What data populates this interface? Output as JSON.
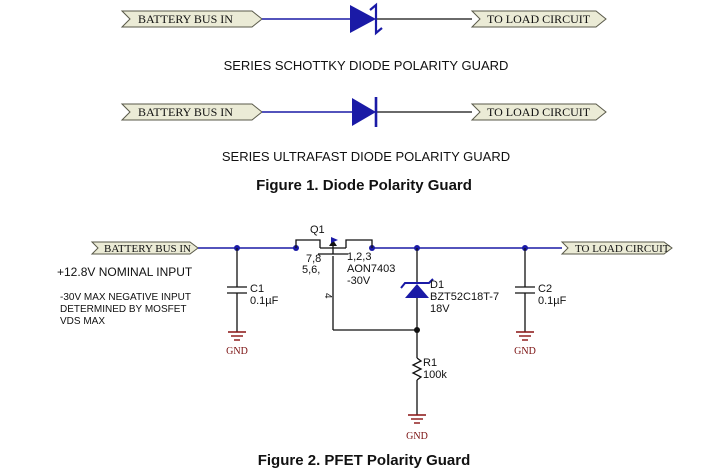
{
  "figure1": {
    "schottky": {
      "input_port": "BATTERY BUS IN",
      "output_port": "TO LOAD CIRCUIT",
      "caption": "SERIES SCHOTTKY DIODE POLARITY GUARD"
    },
    "ultrafast": {
      "input_port": "BATTERY BUS IN",
      "output_port": "TO LOAD CIRCUIT",
      "caption": "SERIES ULTRAFAST DIODE POLARITY GUARD"
    },
    "title": "Figure 1. Diode Polarity Guard"
  },
  "figure2": {
    "input_port": "BATTERY BUS IN",
    "output_port": "TO LOAD CIRCUIT",
    "input_note": "+12.8V NOMINAL INPUT",
    "negative_note": [
      "-30V MAX NEGATIVE INPUT",
      "DETERMINED BY MOSFET",
      "VDS MAX"
    ],
    "q1": {
      "ref": "Q1",
      "pins_drain_top": "7,8",
      "pins_drain_bot": "5,6,",
      "pins_source": "1,2,3",
      "pin_gate": "4",
      "part": "AON7403",
      "rating": "-30V"
    },
    "c1": {
      "ref": "C1",
      "value": "0.1µF"
    },
    "c2": {
      "ref": "C2",
      "value": "0.1µF"
    },
    "d1": {
      "ref": "D1",
      "part": "BZT52C18T-7",
      "voltage": "18V"
    },
    "r1": {
      "ref": "R1",
      "value": "100k"
    },
    "gnd_label": "GND",
    "title": "Figure 2. PFET Polarity Guard"
  },
  "colors": {
    "wire": "#1a1aa6",
    "ground": "#8a1212",
    "port_fill": "#ebebd6"
  }
}
